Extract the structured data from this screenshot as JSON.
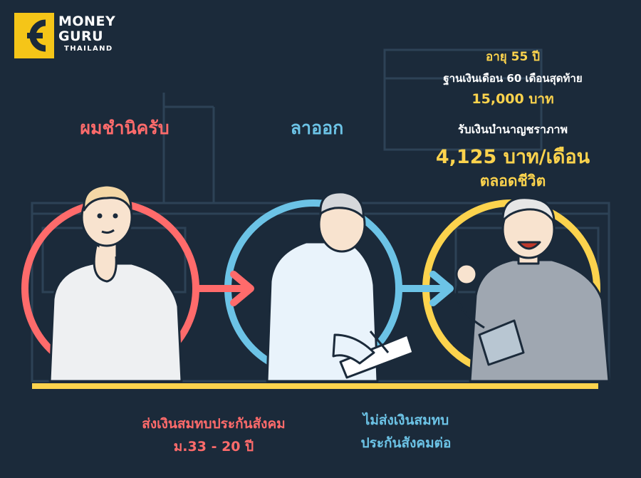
{
  "logo": {
    "line1": "MONEY",
    "line2": "GURU",
    "line3": "THAILAND"
  },
  "stage1": {
    "label": "ผมชำนิครับ"
  },
  "stage2": {
    "label": "ลาออก"
  },
  "stage3": {
    "age": "อายุ 55 ปี",
    "salary_base_label": "ฐานเงินเดือน 60 เดือนสุดท้าย",
    "salary_amount": "15,000 บาท",
    "pension_label": "รับเงินบำนาญชราภาพ",
    "pension_amount": "4,125 บาท/เดือน",
    "duration": "ตลอดชีวิต"
  },
  "bottom": {
    "left_line1": "ส่งเงินสมทบประกันสังคม",
    "left_line2": "ม.33 - 20 ปี",
    "right_line1": "ไม่ส่งเงินสมทบ",
    "right_line2": "ประกันสังคมต่อ"
  },
  "colors": {
    "background": "#1b2a3a",
    "red": "#ff6b6b",
    "blue": "#6cc3e6",
    "yellow": "#fcd34d",
    "white": "#ffffff"
  }
}
